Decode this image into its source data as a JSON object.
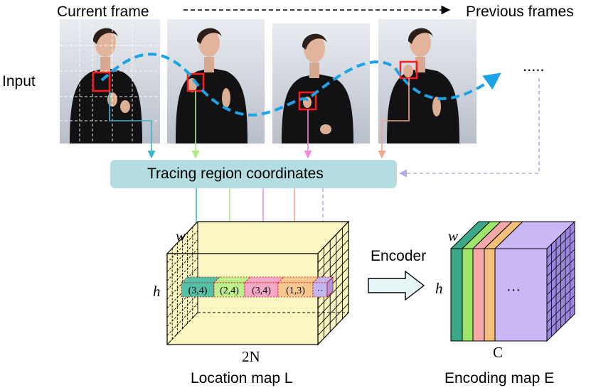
{
  "labels": {
    "current_frame": "Current frame",
    "previous_frames": "Previous frames",
    "input": "Input",
    "ellipsis": ".....",
    "tracing_box": "Tracing region coordinates",
    "encoder": "Encoder",
    "w_left": "w",
    "h_left": "h",
    "w_right": "w",
    "h_right": "h",
    "two_n": "2N",
    "location_map": "Location map L",
    "c_label": "C",
    "encoding_map": "Encoding map E",
    "right_dots": "···"
  },
  "cells": [
    {
      "text": "(3,4)",
      "color": "#55c0a8"
    },
    {
      "text": "(2,4)",
      "color": "#bdf08a"
    },
    {
      "text": "(3,4)",
      "color": "#f4a8c8"
    },
    {
      "text": "(1,3)",
      "color": "#f6c890"
    },
    {
      "text": "··",
      "color": "#c2b6ee"
    }
  ],
  "slab_colors": [
    "#3aa889",
    "#9ee66a",
    "#f4a8a8",
    "#f2c07a",
    "#c9b8f5"
  ],
  "trace_colors": [
    "#3bb7c9",
    "#a8ec82",
    "#f08ad8",
    "#f0a890",
    "#b8a8ee"
  ],
  "colors": {
    "box_fill": "#b3dde0",
    "volume_fill": "#fcf6c2",
    "highlight": "#ff1a1a",
    "trajectory": "#1aa3e6"
  }
}
